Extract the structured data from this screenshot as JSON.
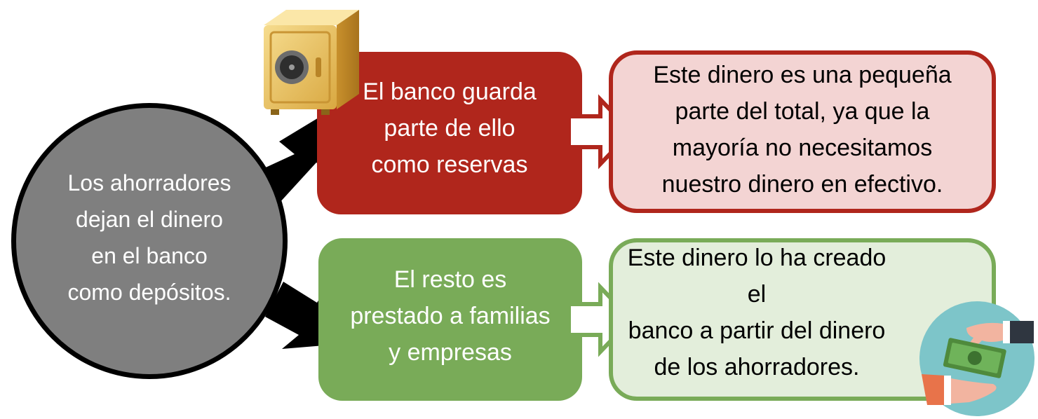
{
  "diagram": {
    "savers": "Los ahorradores\ndejan el dinero\nen el banco\ncomo depósitos.",
    "reserves": "El banco guarda\nparte de ello\ncomo reservas",
    "reserves_note": "Este dinero es una pequeña\nparte del total, ya que la\nmayoría no necesitamos\nnuestro dinero en efectivo.",
    "loans": "El resto es\nprestado a familias\ny empresas",
    "loans_note": "Este dinero lo ha creado el\nbanco a partir del dinero\nde los ahorradores."
  },
  "icons": {
    "safe": "safe-icon",
    "money": "hands-exchanging-money-icon",
    "arrow_up": "arrow-up-right-icon",
    "arrow_down": "arrow-down-right-icon",
    "arrow_red": "outline-arrow-right-icon",
    "arrow_green": "outline-arrow-right-icon"
  },
  "colors": {
    "circle_fill": "#7f7f7f",
    "circle_border": "#000000",
    "red": "#b0261c",
    "red_light": "#f3d4d3",
    "green": "#79ab58",
    "green_light": "#e3eedb",
    "gold": "#e8c262",
    "teal": "#7dc5c9"
  }
}
